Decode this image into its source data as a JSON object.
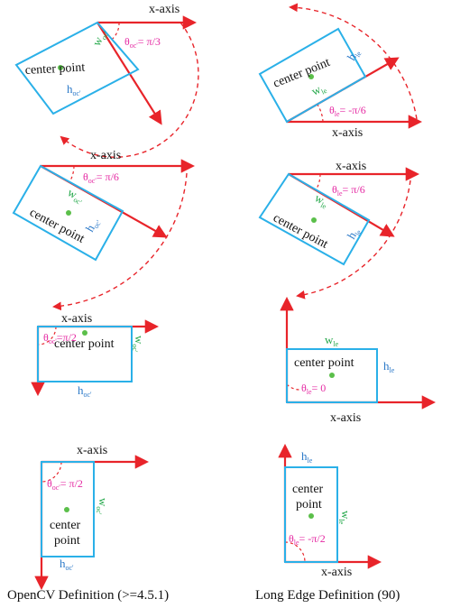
{
  "colors": {
    "axis": "#e8242a",
    "box": "#2ab0e8",
    "center_dot": "#5bbf4a",
    "angle_text": "#e52aa3",
    "width_text": "#24a84a",
    "height_text": "#2a78c8"
  },
  "common": {
    "x_axis": "x-axis",
    "center_point": "center point",
    "center": "center",
    "point": "point",
    "theta": "θ",
    "w": "w",
    "h": "h",
    "sub_oc": "oc'",
    "sub_le": "le"
  },
  "opencv": {
    "caption": "OpenCV Definition (>=4.5.1)",
    "panels": [
      {
        "angle_rhs": "= π/3"
      },
      {
        "angle_rhs": "= π/6"
      },
      {
        "angle_rhs": "=π/2"
      },
      {
        "angle_rhs": "= π/2"
      }
    ]
  },
  "long_edge": {
    "caption": "Long Edge Definition (90)",
    "panels": [
      {
        "angle_rhs": "= -π/6"
      },
      {
        "angle_rhs": "= π/6"
      },
      {
        "angle_rhs": "= 0"
      },
      {
        "angle_rhs": "= -π/2"
      }
    ]
  }
}
